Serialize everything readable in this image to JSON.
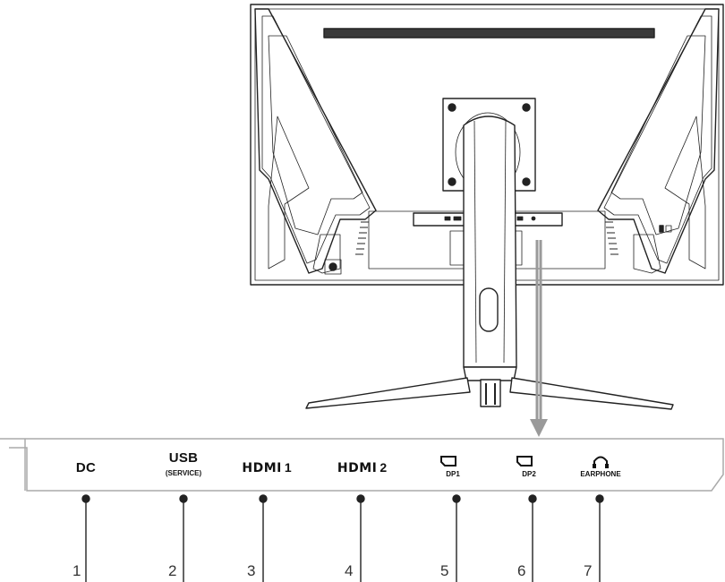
{
  "ports": [
    {
      "id": "dc",
      "label": "DC",
      "sub": "",
      "number": "1"
    },
    {
      "id": "usb",
      "label": "USB",
      "sub": "(SERVICE)",
      "number": "2"
    },
    {
      "id": "hdmi1",
      "label": "HDMI",
      "suffix": "1",
      "number": "3"
    },
    {
      "id": "hdmi2",
      "label": "HDMI",
      "suffix": "2",
      "number": "4"
    },
    {
      "id": "dp1",
      "label": "DP1",
      "number": "5"
    },
    {
      "id": "dp2",
      "label": "DP2",
      "number": "6"
    },
    {
      "id": "earphone",
      "label": "EARPHONE",
      "number": "7"
    }
  ],
  "monitor_side_labels": [
    "DC",
    "USB",
    "HDMI 1",
    "HDMI 2",
    "DP1",
    "DP2",
    "EARPHONE"
  ],
  "line_color": "#222222",
  "arrow_color": "#9a9a9a"
}
